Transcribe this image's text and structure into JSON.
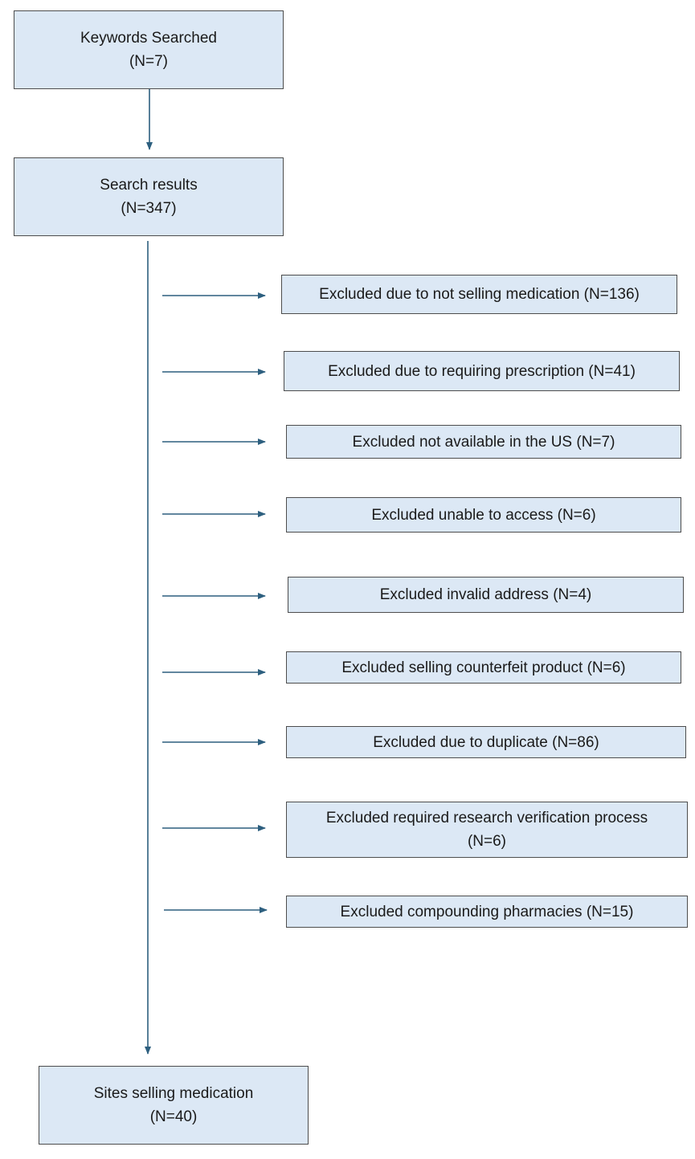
{
  "nodes": {
    "keywords": {
      "title": "Keywords Searched",
      "count": "(N=7)"
    },
    "search_results": {
      "title": "Search results",
      "count": "(N=347)"
    },
    "sites": {
      "title": "Sites selling medication",
      "count": "(N=40)"
    }
  },
  "exclusions": [
    {
      "text": "Excluded due to not selling medication (N=136)"
    },
    {
      "text": "Excluded due to requiring prescription (N=41)"
    },
    {
      "text": "Excluded not available in the US (N=7)"
    },
    {
      "text": "Excluded unable to access (N=6)"
    },
    {
      "text": "Excluded invalid address (N=4)"
    },
    {
      "text": "Excluded selling counterfeit product (N=6)"
    },
    {
      "text": "Excluded due to duplicate (N=86)"
    },
    {
      "text": "Excluded required research verification process",
      "line2": "(N=6)"
    },
    {
      "text": "Excluded compounding pharmacies (N=15)"
    }
  ],
  "colors": {
    "box_fill": "#dce8f5",
    "box_border": "#4d4d4d",
    "arrow": "#2d5f7f"
  }
}
